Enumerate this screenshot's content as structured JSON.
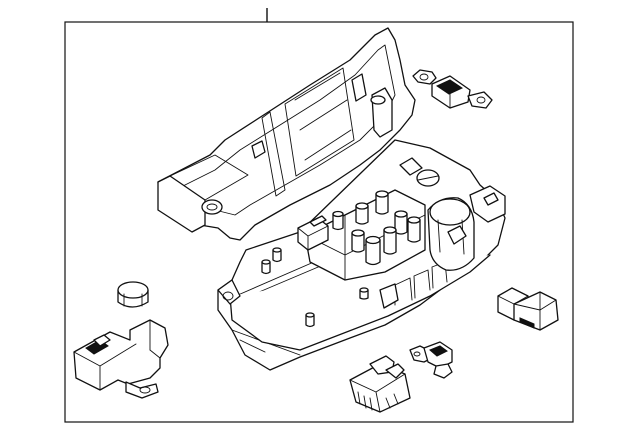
{
  "diagram": {
    "type": "exploded-parts-diagram",
    "border_color": "#111111",
    "background_color": "#ffffff",
    "parts": [
      {
        "id": "fuse-block-housing"
      },
      {
        "id": "fusible-link"
      },
      {
        "id": "relay-cap"
      },
      {
        "id": "mounting-bracket"
      },
      {
        "id": "mini-fuse"
      },
      {
        "id": "blade-fuse"
      },
      {
        "id": "connector-block"
      }
    ]
  }
}
